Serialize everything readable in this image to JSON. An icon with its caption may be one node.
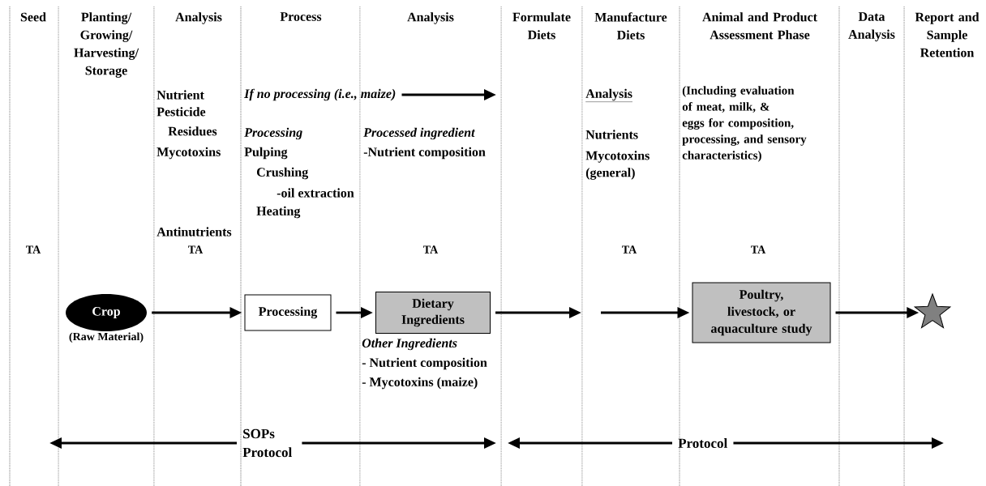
{
  "diagram": {
    "nodes": [
      {
        "text": [
          "Crop"
        ],
        "beside": [
          "(Raw Material)"
        ]
      },
      {
        "text": [
          "Processing"
        ]
      },
      {
        "text": [
          "Dietary Ingredients"
        ]
      },
      {
        "text": [
          "Poultry, livestock, or aquaculture study"
        ]
      },
      {
        "text": [],
        "shape": "star"
      },
      {
        "text": [
          "If no processing (i.e., maize)"
        ]
      },
      {
        "text": [
          "SOPs Protocol"
        ]
      },
      {
        "text": [
          "Protocol"
        ]
      }
    ],
    "edges": [
      {
        "from": 5,
        "to": null,
        "arrow": "to"
      },
      {
        "from": 0,
        "to": 1,
        "arrow": "to"
      },
      {
        "from": 1,
        "to": 2,
        "arrow": "to"
      },
      {
        "from": 2,
        "to": null,
        "arrow": "to"
      },
      {
        "from": null,
        "to": 3,
        "arrow": "to"
      },
      {
        "from": 3,
        "to": 4,
        "arrow": "to"
      },
      {
        "from": 6,
        "to": null,
        "arrow": "to"
      },
      {
        "from": 6,
        "to": null,
        "arrow": "to"
      },
      {
        "from": 7,
        "to": null,
        "arrow": "to"
      },
      {
        "from": 7,
        "to": null,
        "arrow": "to"
      }
    ],
    "labels": [
      "Seed",
      "Planting/ Growing/ Harvesting/ Storage",
      "Analysis",
      "Process",
      "Analysis",
      "Formulate Diets",
      "Manufacture Diets",
      "Animal and Product Assessment Phase",
      "Data Analysis",
      "Report and Sample Retention",
      "Nutrient",
      "Pesticide Residues",
      "Mycotoxins",
      "Processing",
      "Pulping",
      "Crushing",
      "-oil extraction",
      "Heating",
      "Processed ingredient",
      "-Nutrient composition",
      "Analysis",
      "Nutrients",
      "Mycotoxins (general)",
      "(Including evaluation of meat, milk, & eggs for composition, processing, and sensory characteristics)",
      "Antinutrients",
      "TA",
      "TA",
      "TA",
      "TA",
      "TA",
      "Other Ingredients",
      "- Nutrient composition",
      "- Mycotoxins (maize)"
    ]
  }
}
